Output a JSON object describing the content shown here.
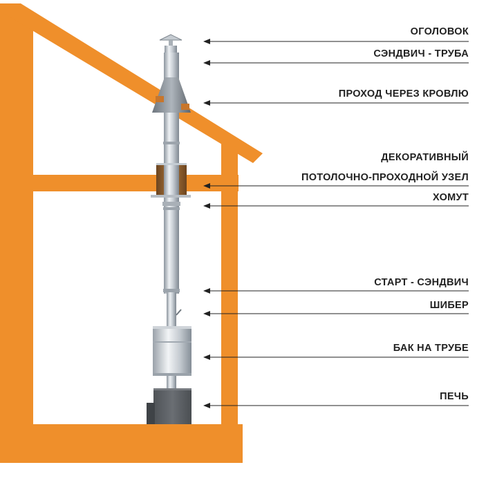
{
  "colors": {
    "structure": "#ef8f2b",
    "pipe_light": "#e9edf1",
    "pipe_mid": "#b9c0c7",
    "pipe_dark": "#8c959e",
    "stove": "#5f6368",
    "stove_dark": "#45494d",
    "label": "#222222",
    "arrow": "#222222",
    "ceiling_node": "#8a5a2b"
  },
  "labels": [
    {
      "id": "head",
      "text": "ОГОЛОВОК"
    },
    {
      "id": "sandwich-pipe",
      "text": "СЭНДВИЧ - ТРУБА"
    },
    {
      "id": "roof-pass",
      "text": "ПРОХОД ЧЕРЕЗ КРОВЛЮ"
    },
    {
      "id": "decorative",
      "text": "ДЕКОРАТИВНЫЙ"
    },
    {
      "id": "ceiling-node",
      "text": "ПОТОЛОЧНО-ПРОХОДНОЙ УЗЕЛ"
    },
    {
      "id": "clamp",
      "text": "ХОМУТ"
    },
    {
      "id": "start-sandwich",
      "text": "СТАРТ  - СЭНДВИЧ"
    },
    {
      "id": "damper",
      "text": "ШИБЕР"
    },
    {
      "id": "tank",
      "text": "БАК НА ТРУБЕ"
    },
    {
      "id": "stove",
      "text": "ПЕЧЬ"
    }
  ]
}
